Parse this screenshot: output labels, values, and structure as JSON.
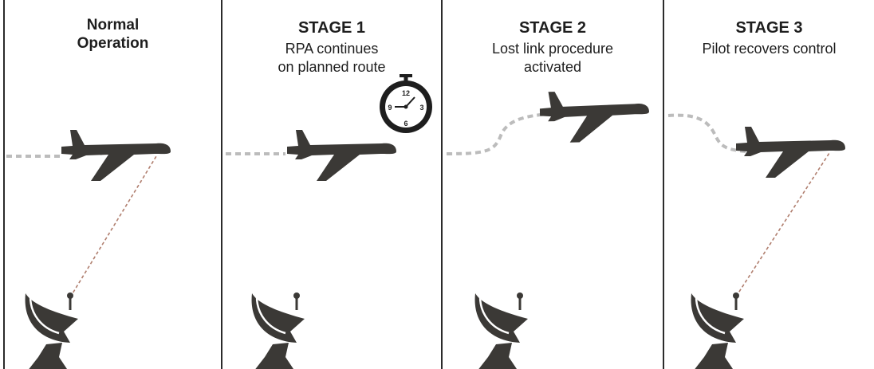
{
  "panels": [
    {
      "title_line1": "Normal",
      "title_line2": "Operation"
    },
    {
      "title": "STAGE 1",
      "subtitle_line1": "RPA continues",
      "subtitle_line2": "on planned route"
    },
    {
      "title": "STAGE 2",
      "subtitle_line1": "Lost link procedure",
      "subtitle_line2": "activated"
    },
    {
      "title": "STAGE 3",
      "subtitle_line1": "Pilot recovers control"
    }
  ],
  "stopwatch": {
    "n12": "12",
    "n3": "3",
    "n6": "6",
    "n9": "9"
  },
  "colors": {
    "silhouette": "#3b3936",
    "flight_path": "#bcbcbc",
    "datalink": "#b07e6e",
    "divider": "#2b2b2b"
  },
  "icons": [
    "aircraft-icon",
    "satellite-dish-icon",
    "stopwatch-icon"
  ]
}
